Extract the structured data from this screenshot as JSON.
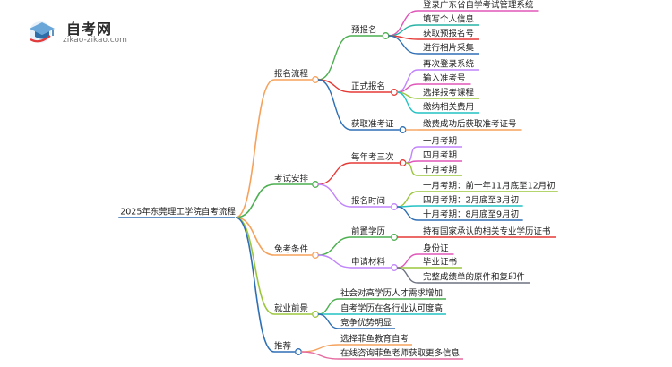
{
  "brand": {
    "name": "自考网",
    "url": "zikao-zikao.com",
    "colors": {
      "cap": "#6aa6d8",
      "cap_dark": "#2e6ea8",
      "ribbon": "#e23b3b"
    }
  },
  "mindmap": {
    "root": "2025年东莞理工学院自考流程",
    "branches": [
      {
        "label": "报名流程",
        "color": "#f5a25d",
        "children": [
          {
            "label": "预报名",
            "color": "#4caf50",
            "children": [
              {
                "label": "登录广东省自学考试管理系统",
                "color": "#e056b9"
              },
              {
                "label": "填写个人信息",
                "color": "#27b3a6"
              },
              {
                "label": "获取预报名号",
                "color": "#e53935"
              },
              {
                "label": "进行相片采集",
                "color": "#2e6fb5"
              }
            ]
          },
          {
            "label": "正式报名",
            "color": "#e53935",
            "children": [
              {
                "label": "再次登录系统",
                "color": "#c084fc"
              },
              {
                "label": "输入准考号",
                "color": "#e056b9"
              },
              {
                "label": "选择报考课程",
                "color": "#9bc53d"
              },
              {
                "label": "缴纳相关费用",
                "color": "#22c1c3"
              }
            ]
          },
          {
            "label": "获取准考证",
            "color": "#2e6fb5",
            "children": [
              {
                "label": "缴费成功后获取准考证号",
                "color": "#f5a25d"
              }
            ]
          }
        ]
      },
      {
        "label": "考试安排",
        "color": "#4caf50",
        "children": [
          {
            "label": "每年考三次",
            "color": "#e53935",
            "children": [
              {
                "label": "一月考期",
                "color": "#c084fc"
              },
              {
                "label": "四月考期",
                "color": "#e056b9"
              },
              {
                "label": "十月考期",
                "color": "#9bc53d"
              }
            ]
          },
          {
            "label": "报名时间",
            "color": "#c084fc",
            "children": [
              {
                "label": "一月考期：前一年11月底至12月初",
                "color": "#9bc53d"
              },
              {
                "label": "四月考期：2月底至3月初",
                "color": "#22c1c3"
              },
              {
                "label": "十月考期：8月底至9月初",
                "color": "#2e6fb5"
              }
            ]
          }
        ]
      },
      {
        "label": "免考条件",
        "color": "#f5a25d",
        "children": [
          {
            "label": "前置学历",
            "color": "#4caf50",
            "children": [
              {
                "label": "持有国家承认的相关专业学历证书",
                "color": "#e53935"
              }
            ]
          },
          {
            "label": "申请材料",
            "color": "#c084fc",
            "children": [
              {
                "label": "身份证",
                "color": "#e056b9"
              },
              {
                "label": "毕业证书",
                "color": "#9bc53d"
              },
              {
                "label": "完整成绩单的原件和复印件",
                "color": "#6b7280"
              }
            ]
          }
        ]
      },
      {
        "label": "就业前景",
        "color": "#9bc53d",
        "children": [
          {
            "label": "社会对高学历人才需求增加",
            "color": "#4caf50"
          },
          {
            "label": "自考学历在各行业认可度高",
            "color": "#22c1c3"
          },
          {
            "label": "竞争优势明显",
            "color": "#2e6fb5"
          }
        ]
      },
      {
        "label": "推荐",
        "color": "#2e6fb5",
        "children": [
          {
            "label": "选择菲鱼教育自考",
            "color": "#f5a25d"
          },
          {
            "label": "在线咨询菲鱼老师获取更多信息",
            "color": "#e56b9f"
          }
        ]
      }
    ]
  }
}
